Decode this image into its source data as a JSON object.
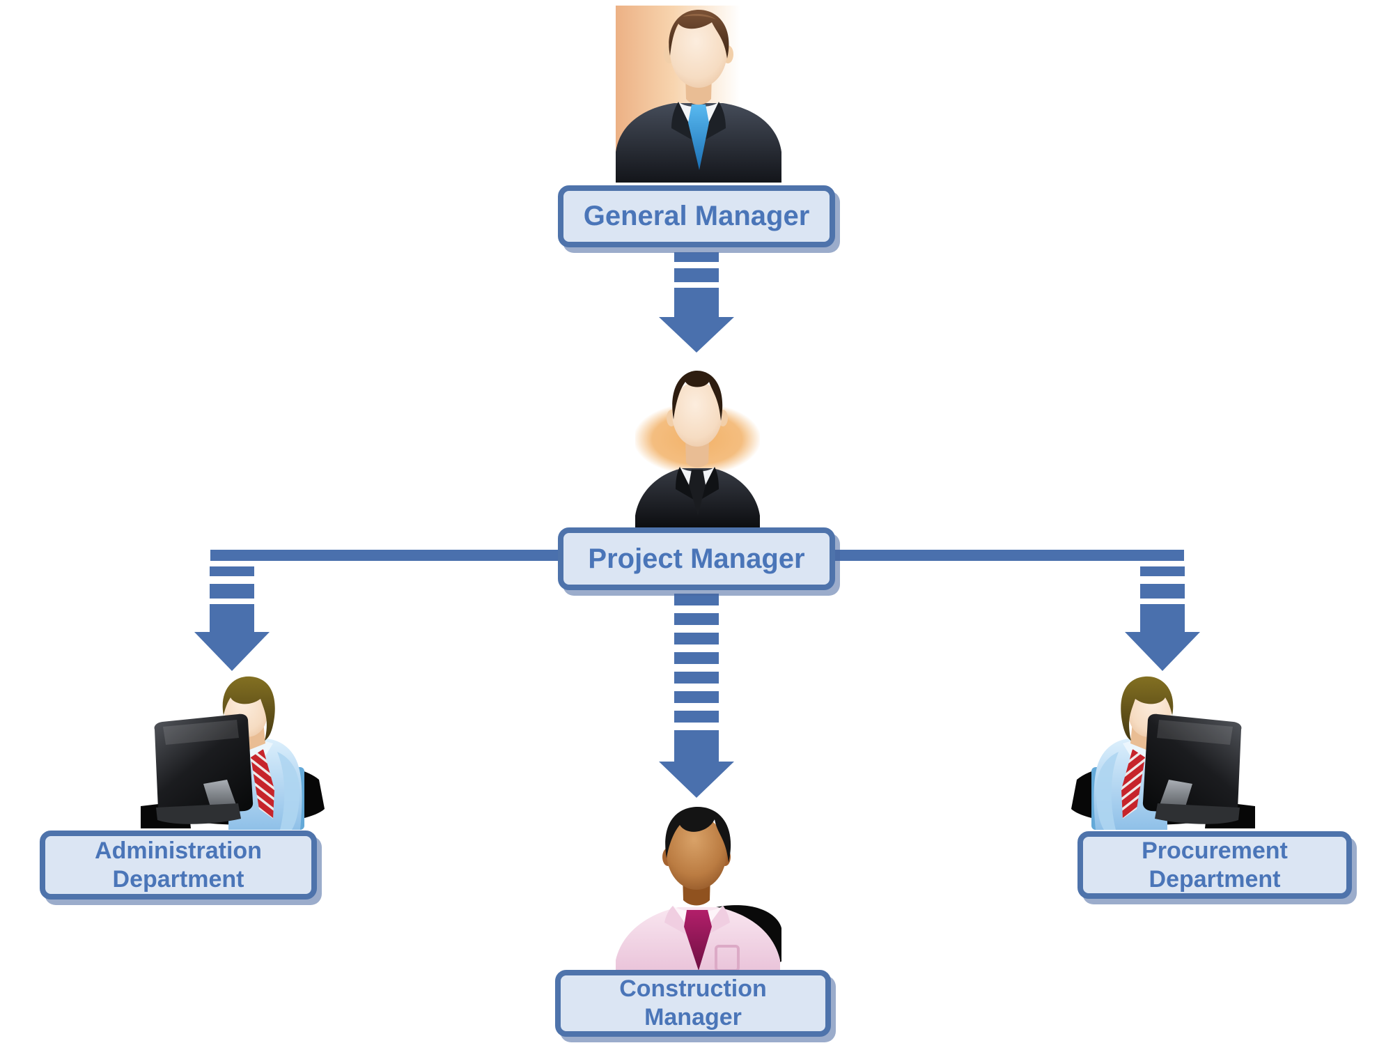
{
  "diagram": {
    "type": "org-chart",
    "colors": {
      "arrow_blue": "#4a70ad",
      "box_border": "#4e73ab",
      "box_fill": "#dbe5f3",
      "box_text": "#4a75b8",
      "background": "#ffffff"
    },
    "nodes": [
      {
        "id": "general-manager",
        "lines": [
          "General Manager"
        ],
        "icon": "businessman-blue-tie-icon"
      },
      {
        "id": "project-manager",
        "lines": [
          "Project Manager"
        ],
        "icon": "businessman-black-suit-icon"
      },
      {
        "id": "administration-department",
        "lines": [
          "Administration",
          "Department"
        ],
        "icon": "employee-at-computer-icon"
      },
      {
        "id": "construction-manager",
        "lines": [
          "Construction",
          "Manager"
        ],
        "icon": "businessman-pink-shirt-icon"
      },
      {
        "id": "procurement-department",
        "lines": [
          "Procurement",
          "Department"
        ],
        "icon": "employee-at-computer-mirrored-icon"
      }
    ],
    "edges": [
      {
        "from": "General Manager",
        "to": "Project Manager",
        "style": "dashed-arrow-down"
      },
      {
        "from": "Project Manager",
        "to": "Administration Department",
        "style": "dashed-arrow-down"
      },
      {
        "from": "Project Manager",
        "to": "Construction Manager",
        "style": "dashed-arrow-down"
      },
      {
        "from": "Project Manager",
        "to": "Procurement Department",
        "style": "dashed-arrow-down"
      }
    ]
  }
}
